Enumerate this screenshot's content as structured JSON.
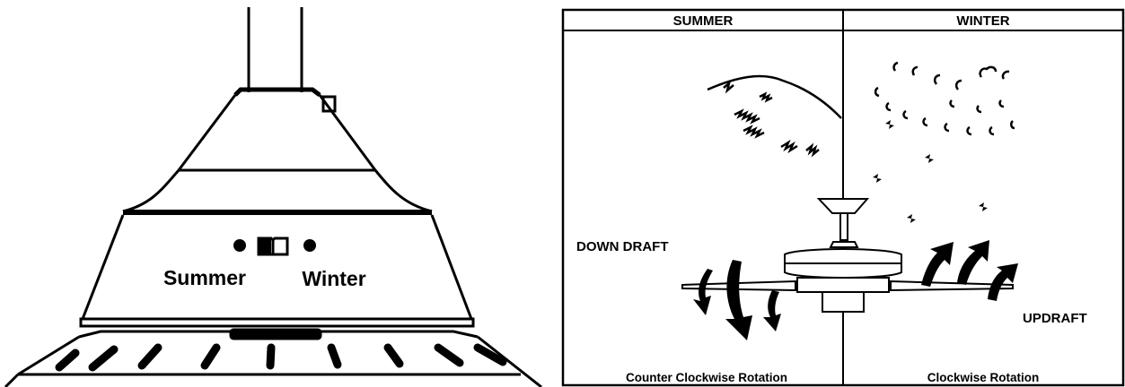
{
  "fan_housing": {
    "switch_left_label": "Summer",
    "switch_right_label": "Winter",
    "switch_icon": "book-icon"
  },
  "comparison_table": {
    "summer_header": "SUMMER",
    "winter_header": "WINTER",
    "down_draft_label": "DOWN DRAFT",
    "updraft_label": "UPDRAFT",
    "summer_rotation": "Counter Clockwise Rotation",
    "winter_rotation": "Clockwise Rotation"
  }
}
